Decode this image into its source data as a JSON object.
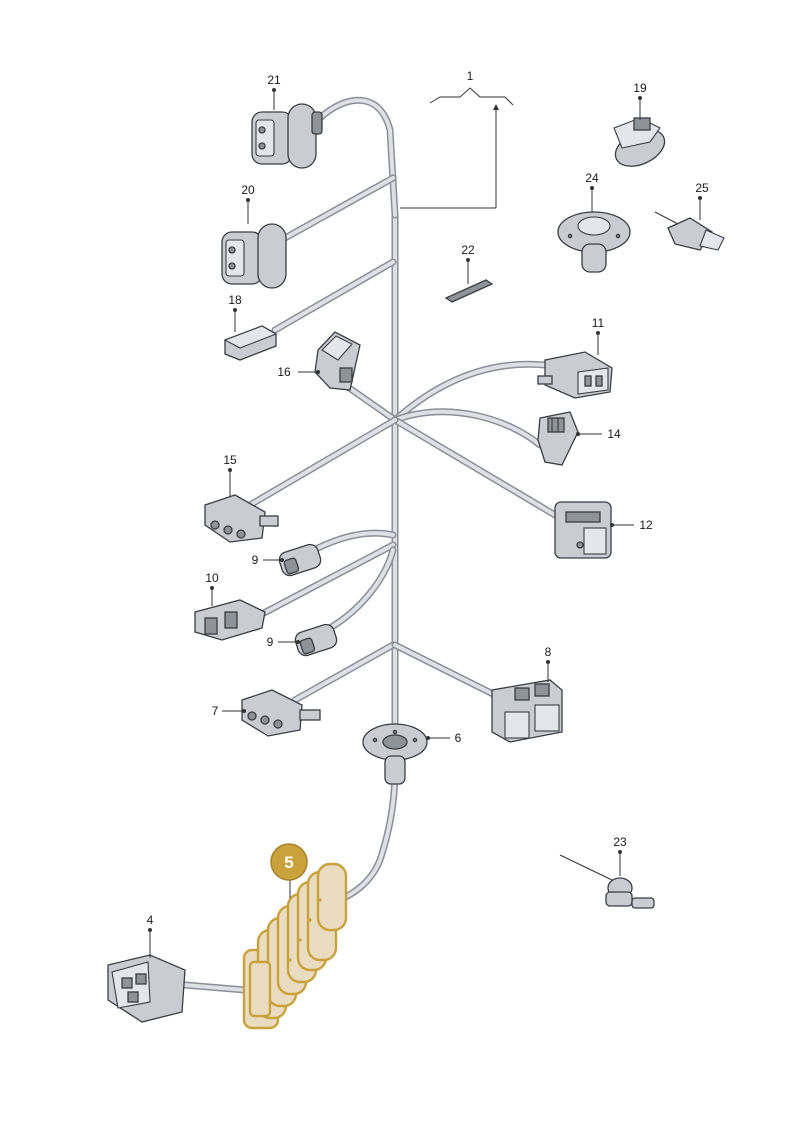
{
  "labels": {
    "p1": "1",
    "p4": "4",
    "p5": "5",
    "p6": "6",
    "p7": "7",
    "p8": "8",
    "p9a": "9",
    "p9b": "9",
    "p10": "10",
    "p11": "11",
    "p12": "12",
    "p14": "14",
    "p15": "15",
    "p16": "16",
    "p18": "18",
    "p19": "19",
    "p20": "20",
    "p21": "21",
    "p22": "22",
    "p23": "23",
    "p24": "24",
    "p25": "25"
  },
  "colors": {
    "highlight_fill": "#c9a23c",
    "highlight_stroke": "#c9a23c",
    "wire": "#8a8f95"
  },
  "highlighted_part": "5"
}
